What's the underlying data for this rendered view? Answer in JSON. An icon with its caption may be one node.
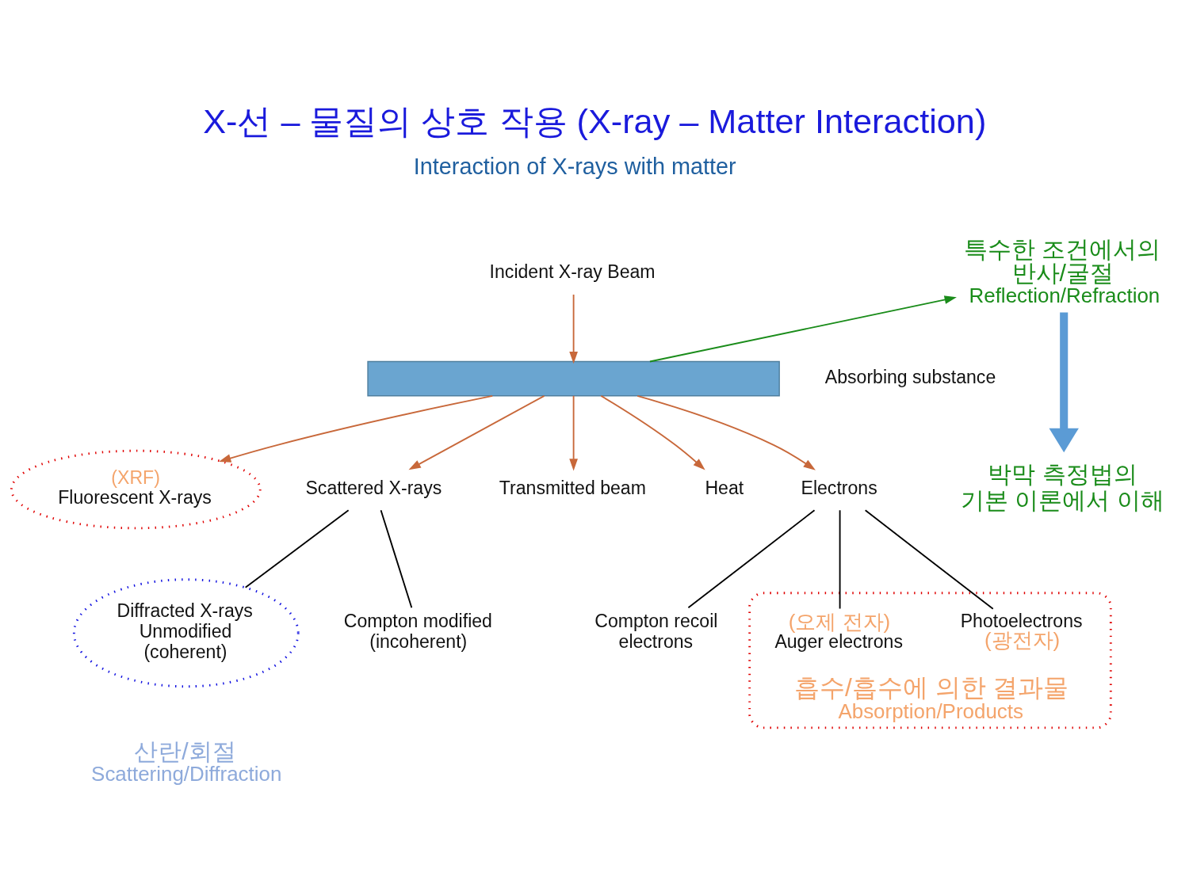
{
  "diagram": {
    "title": "X-선 – 물질의 상호 작용 (X-ray – Matter Interaction)",
    "nodes": [
      {
        "text": [
          "Incident X-ray Beam"
        ]
      },
      {
        "text": [],
        "shape": "bar",
        "beside": [
          "Absorbing substance"
        ]
      },
      {
        "text": [
          "특수한 조건에서의 반사/굴절",
          "Reflection/Refraction"
        ]
      },
      {
        "text": [
          "박막 측정법의 기본 이론에서 이해"
        ]
      },
      {
        "text": [
          "(XRF)",
          "Fluorescent X-rays"
        ]
      },
      {
        "text": [
          "Scattered X-rays"
        ]
      },
      {
        "text": [
          "Transmitted beam"
        ]
      },
      {
        "text": [
          "Heat"
        ]
      },
      {
        "text": [
          "Electrons"
        ]
      },
      {
        "text": [
          "Diffracted X-rays Unmodified (coherent)"
        ],
        "beside": [
          "산란/회절",
          "Scattering/Diffraction"
        ]
      },
      {
        "text": [
          "Compton modified (incoherent)"
        ]
      },
      {
        "text": [
          "Compton recoil electrons"
        ]
      },
      {
        "text": [
          "흡수/흡수에 의한 결과물",
          "Absorption/Products"
        ]
      },
      {
        "text": [
          "Photoelectrons",
          "(광전자)"
        ],
        "in": 12
      },
      {
        "text": [
          "(오제 전자)",
          "Auger electrons"
        ],
        "in": 12
      }
    ],
    "edges": [
      {
        "from": 0,
        "to": 1,
        "arrow": "to"
      },
      {
        "from": 1,
        "to": 2,
        "arrow": "to",
        "color": "#1a8c1a"
      },
      {
        "from": 2,
        "to": 3,
        "arrow": "to",
        "style": "thick",
        "color": "#5b9bd5"
      },
      {
        "from": 1,
        "to": 4,
        "arrow": "to"
      },
      {
        "from": 1,
        "to": 5,
        "arrow": "to"
      },
      {
        "from": 1,
        "to": 6,
        "arrow": "to"
      },
      {
        "from": 1,
        "to": 7,
        "arrow": "to"
      },
      {
        "from": 1,
        "to": 8,
        "arrow": "to"
      },
      {
        "from": 5,
        "to": 9,
        "arrow": "none",
        "color": "#000000"
      },
      {
        "from": 5,
        "to": 10,
        "arrow": "none",
        "color": "#000000"
      },
      {
        "from": 8,
        "to": 11,
        "arrow": "none",
        "color": "#000000"
      },
      {
        "from": 8,
        "to": 13,
        "arrow": "none",
        "color": "#000000"
      },
      {
        "from": 8,
        "to": 14,
        "arrow": "none",
        "color": "#000000"
      }
    ],
    "labels": [
      "Interaction of X-rays with matter"
    ]
  }
}
